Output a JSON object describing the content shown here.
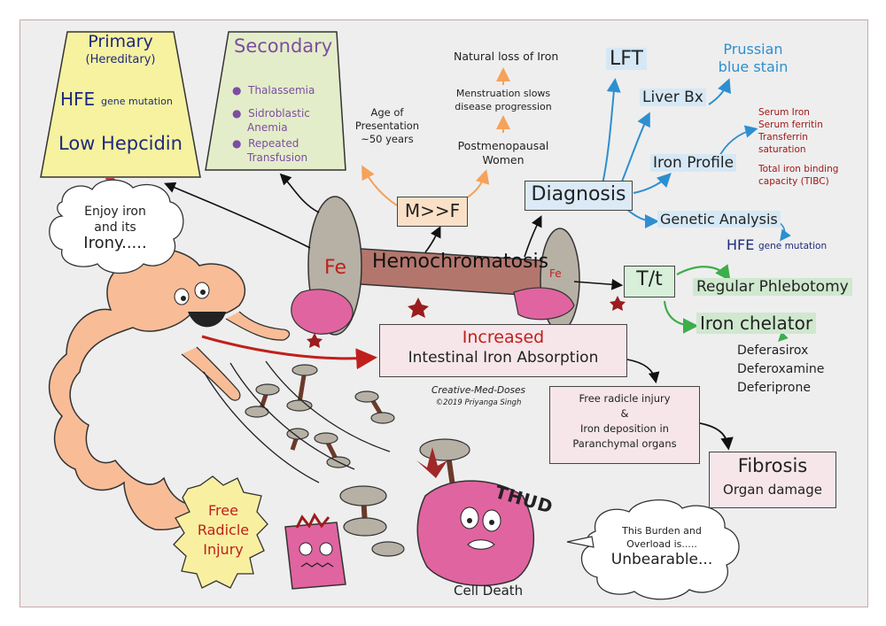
{
  "primary": {
    "title": "Primary",
    "subtitle": "(Hereditary)",
    "hfe": "HFE",
    "hfe_note": "gene mutation",
    "hepcidin": "Low Hepcidin"
  },
  "secondary": {
    "title": "Secondary",
    "items": [
      "Thalassemia",
      "Sidroblastic",
      "Anemia",
      "Repeated",
      "Transfusion"
    ]
  },
  "enjoy": {
    "line1": "Enjoy iron",
    "line2": "and its",
    "line3": "Irony....."
  },
  "age": {
    "line1": "Age of",
    "line2": "Presentation",
    "line3": "~50 years"
  },
  "gender": "M>>F",
  "female": {
    "natural_loss": "Natural loss of Iron",
    "menstruation1": "Menstruation slows",
    "menstruation2": "disease progression",
    "postmeno1": "Postmenopausal",
    "postmeno2": "Women"
  },
  "diagnosis": {
    "title": "Diagnosis",
    "lft": "LFT",
    "liver_bx": "Liver Bx",
    "prussian1": "Prussian",
    "prussian2": "blue stain",
    "iron_profile": "Iron Profile",
    "iron_profile_items": [
      "Serum Iron",
      "Serum ferritin",
      "Transferrin",
      "saturation"
    ],
    "tibc1": "Total iron binding",
    "tibc2": "capacity (TIBC)",
    "genetic": "Genetic Analysis",
    "hfe": "HFE",
    "hfe_note": "gene mutation"
  },
  "bone": {
    "fe_left": "Fe",
    "fe_right": "Fe",
    "title": "Hemochromatosis"
  },
  "treatment": {
    "label": "T/t",
    "phlebotomy": "Regular Phlebotomy",
    "chelator": "Iron chelator",
    "chelators": [
      "Deferasirox",
      "Deferoxamine",
      "Deferiprone"
    ]
  },
  "absorption": {
    "line1": "Increased",
    "line2": "Intestinal Iron Absorption"
  },
  "credit": {
    "line1": "Creative-Med-Doses",
    "line2": "©2019 Priyanga Singh"
  },
  "injury": {
    "line1": "Free radicle injury",
    "line2": "&",
    "line3": "Iron deposition in",
    "line4": "Paranchymal organs"
  },
  "fibrosis": {
    "title": "Fibrosis",
    "subtitle": "Organ damage"
  },
  "free_radicle": {
    "line1": "Free",
    "line2": "Radicle",
    "line3": "Injury"
  },
  "thud": "THUD",
  "cell_death": "Cell Death",
  "burden": {
    "line1": "This Burden and",
    "line2": "Overload is.....",
    "line3": "Unbearable..."
  },
  "colors": {
    "primary_fill": "#f6f2a0",
    "secondary_fill": "#e4edc9",
    "bone_fill": "#b3766d",
    "disk_fill": "#b7b0a5",
    "intestine": "#f8bd97",
    "cell": "#e064a0",
    "arrow_orange": "#f5a25a",
    "arrow_blue": "#2d8fd0",
    "arrow_green": "#3cae4a",
    "red": "#c0201c"
  }
}
